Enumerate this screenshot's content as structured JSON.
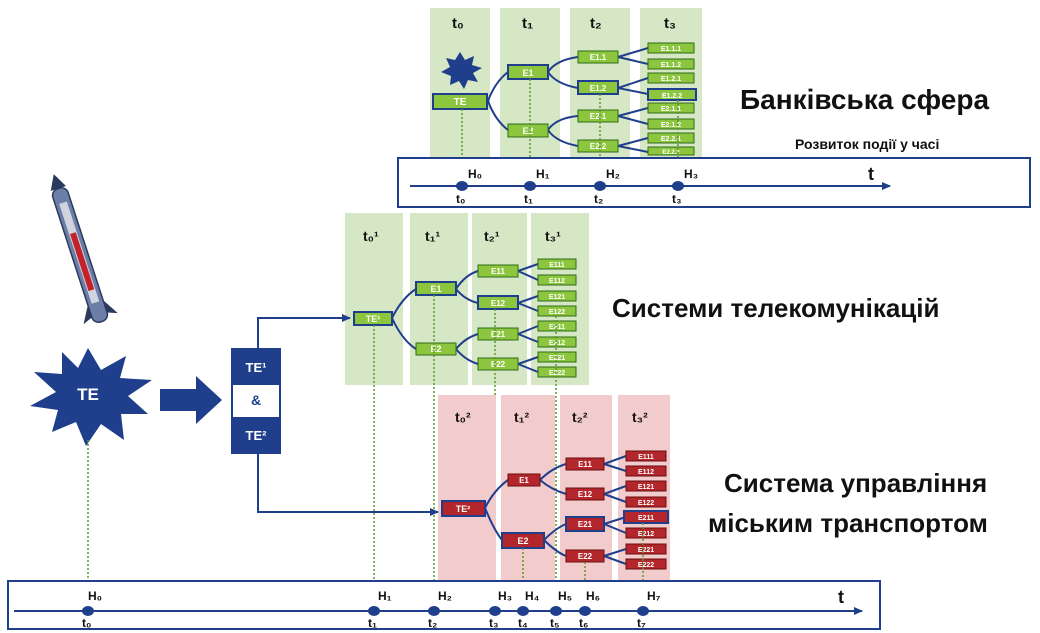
{
  "colors": {
    "dark_blue": "#1f3e8c",
    "green_col": "#d6e7c6",
    "green_node": "#8cc63f",
    "green_stroke": "#2e6b16",
    "red_col": "#f2cccc",
    "red_node": "#b3262b",
    "red_stroke": "#6b0f12",
    "dot_line": "#5a9a2a"
  },
  "icons": [
    "rocket-icon",
    "explosion-icon"
  ],
  "banking": {
    "title": "Банківська сфера",
    "subtitle": "Розвиток події у часі",
    "col_labels": [
      "t₀",
      "t₁",
      "t₂",
      "t₃"
    ],
    "root": "TE",
    "level1": [
      "E1",
      "E2"
    ],
    "level2": [
      "E1.1",
      "E1.2",
      "E2.1",
      "E2.2"
    ],
    "level3": [
      "E1.1.1",
      "E1.1.2",
      "E1.2.1",
      "E1.2.2",
      "E2.1.1",
      "E2.1.2",
      "E2.2.1",
      "E2.2.2"
    ],
    "axis": {
      "h_labels": [
        "H₀",
        "H₁",
        "H₂",
        "H₃"
      ],
      "t_labels": [
        "t₀",
        "t₁",
        "t₂",
        "t₃"
      ],
      "axis_label": "t"
    }
  },
  "telecom": {
    "title": "Системи телекомунікацій",
    "col_labels": [
      "t₀¹",
      "t₁¹",
      "t₂¹",
      "t₃¹"
    ],
    "root": "TE¹",
    "level1": [
      "E1",
      "E2"
    ],
    "level2": [
      "E11",
      "E12",
      "E21",
      "E22"
    ],
    "level3": [
      "E111",
      "E112",
      "E121",
      "E122",
      "E211",
      "E212",
      "E221",
      "E222"
    ]
  },
  "transport": {
    "title_line1": "Система управління",
    "title_line2": "міським транспортом",
    "col_labels": [
      "t₀²",
      "t₁²",
      "t₂²",
      "t₃²"
    ],
    "root": "TE²",
    "level1": [
      "E1",
      "E2"
    ],
    "level2": [
      "E11",
      "E12",
      "E21",
      "E22"
    ],
    "level3": [
      "E111",
      "E112",
      "E121",
      "E122",
      "E211",
      "E212",
      "E221",
      "E222"
    ]
  },
  "source": {
    "te": "TE",
    "split_top": "TE¹",
    "split_mid": "&",
    "split_bottom": "TE²"
  },
  "bottom_axis": {
    "h_labels": [
      "H₀",
      "H₁",
      "H₂",
      "H₃",
      "H₄",
      "H₅",
      "H₆",
      "H₇"
    ],
    "t_labels": [
      "t₀",
      "t₁",
      "t₂",
      "t₃",
      "t₄",
      "t₅",
      "t₆",
      "t₇"
    ],
    "axis_label": "t"
  }
}
